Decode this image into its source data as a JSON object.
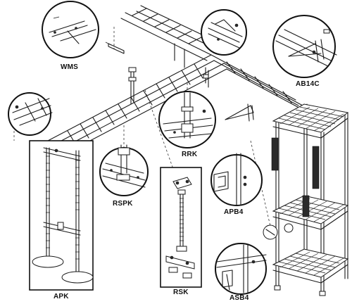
{
  "labels": {
    "wms": "WMS",
    "ab14c": "AB14C",
    "rrk": "RRK",
    "rspk": "RSPK",
    "apb4": "APB4",
    "apk": "APK",
    "rsk": "RSK",
    "asb4": "ASB4"
  }
}
